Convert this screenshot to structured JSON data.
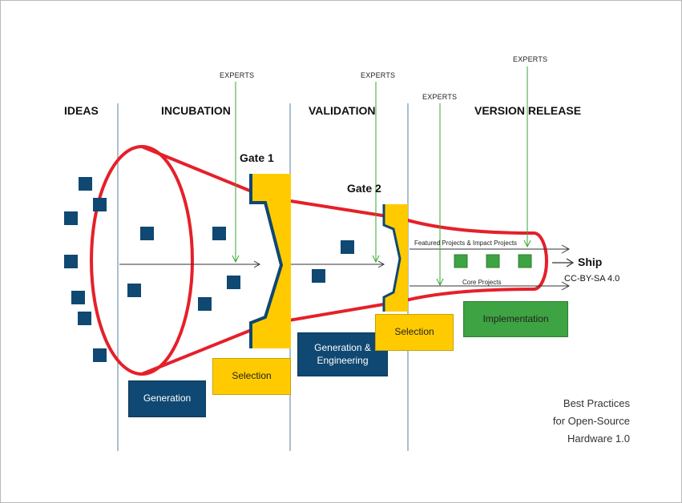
{
  "phases": [
    "IDEAS",
    "INCUBATION",
    "VALIDATION",
    "VERSION RELEASE"
  ],
  "gates": [
    "Gate 1",
    "Gate 2"
  ],
  "experts_label": "EXPERTS",
  "arrows": {
    "featured": "Featured Projects & Impact Projects",
    "core": "Core Projects"
  },
  "boxes": {
    "generation": "Generation",
    "selection_1": "Selection",
    "generation_engineering_line1": "Generation &",
    "generation_engineering_line2": "Engineering",
    "selection_2": "Selection",
    "implementation": "Implementation"
  },
  "ship": "Ship",
  "license": "CC-BY-SA 4.0",
  "credits": [
    "Best Practices",
    "for Open-Source",
    "Hardware 1.0"
  ],
  "colors": {
    "funnel": "#e5202a",
    "navy": "#0f4872",
    "yellow": "#ffcb00",
    "green": "#3ea342",
    "experts_line": "#3aa635",
    "divider": "#5a7f9c"
  }
}
